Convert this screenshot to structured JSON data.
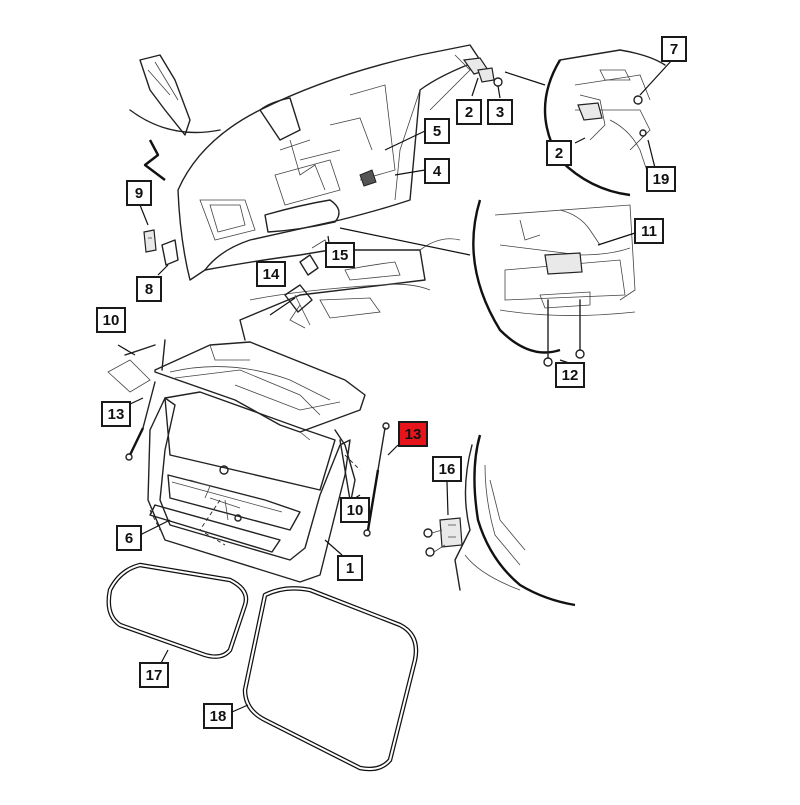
{
  "callouts": [
    {
      "id": "c1",
      "label": "1",
      "highlighted": false
    },
    {
      "id": "c2a",
      "label": "2",
      "highlighted": false
    },
    {
      "id": "c2b",
      "label": "2",
      "highlighted": false
    },
    {
      "id": "c3",
      "label": "3",
      "highlighted": false
    },
    {
      "id": "c4",
      "label": "4",
      "highlighted": false
    },
    {
      "id": "c5",
      "label": "5",
      "highlighted": false
    },
    {
      "id": "c6",
      "label": "6",
      "highlighted": false
    },
    {
      "id": "c7",
      "label": "7",
      "highlighted": false
    },
    {
      "id": "c8",
      "label": "8",
      "highlighted": false
    },
    {
      "id": "c9",
      "label": "9",
      "highlighted": false
    },
    {
      "id": "c10a",
      "label": "10",
      "highlighted": false
    },
    {
      "id": "c10b",
      "label": "10",
      "highlighted": false
    },
    {
      "id": "c11",
      "label": "11",
      "highlighted": false
    },
    {
      "id": "c12",
      "label": "12",
      "highlighted": false
    },
    {
      "id": "c13a",
      "label": "13",
      "highlighted": false
    },
    {
      "id": "c13b",
      "label": "13",
      "highlighted": true
    },
    {
      "id": "c14",
      "label": "14",
      "highlighted": false
    },
    {
      "id": "c15",
      "label": "15",
      "highlighted": false
    },
    {
      "id": "c16",
      "label": "16",
      "highlighted": false
    },
    {
      "id": "c17",
      "label": "17",
      "highlighted": false
    },
    {
      "id": "c18",
      "label": "18",
      "highlighted": false
    },
    {
      "id": "c19",
      "label": "19",
      "highlighted": false
    }
  ],
  "colors": {
    "highlight": "#e8141c",
    "line": "#222222",
    "background": "#ffffff"
  }
}
